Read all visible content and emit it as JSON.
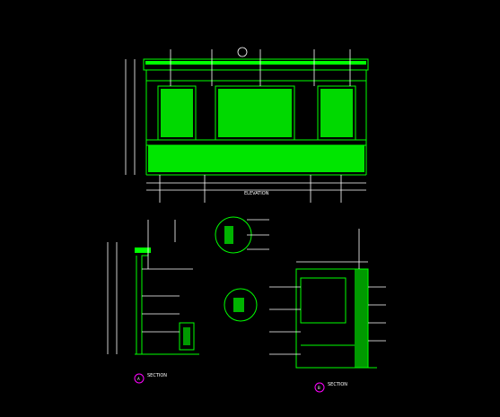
{
  "drawing": {
    "elevation_title": "ELEVATION",
    "section_a_title": "SECTION",
    "section_b_title": "SECTION",
    "section_a_marker": "A",
    "section_b_marker": "B",
    "colors": {
      "line": "#00ff00",
      "annotation": "#ffffff",
      "background": "#000000",
      "marker": "#ff00ff"
    }
  }
}
